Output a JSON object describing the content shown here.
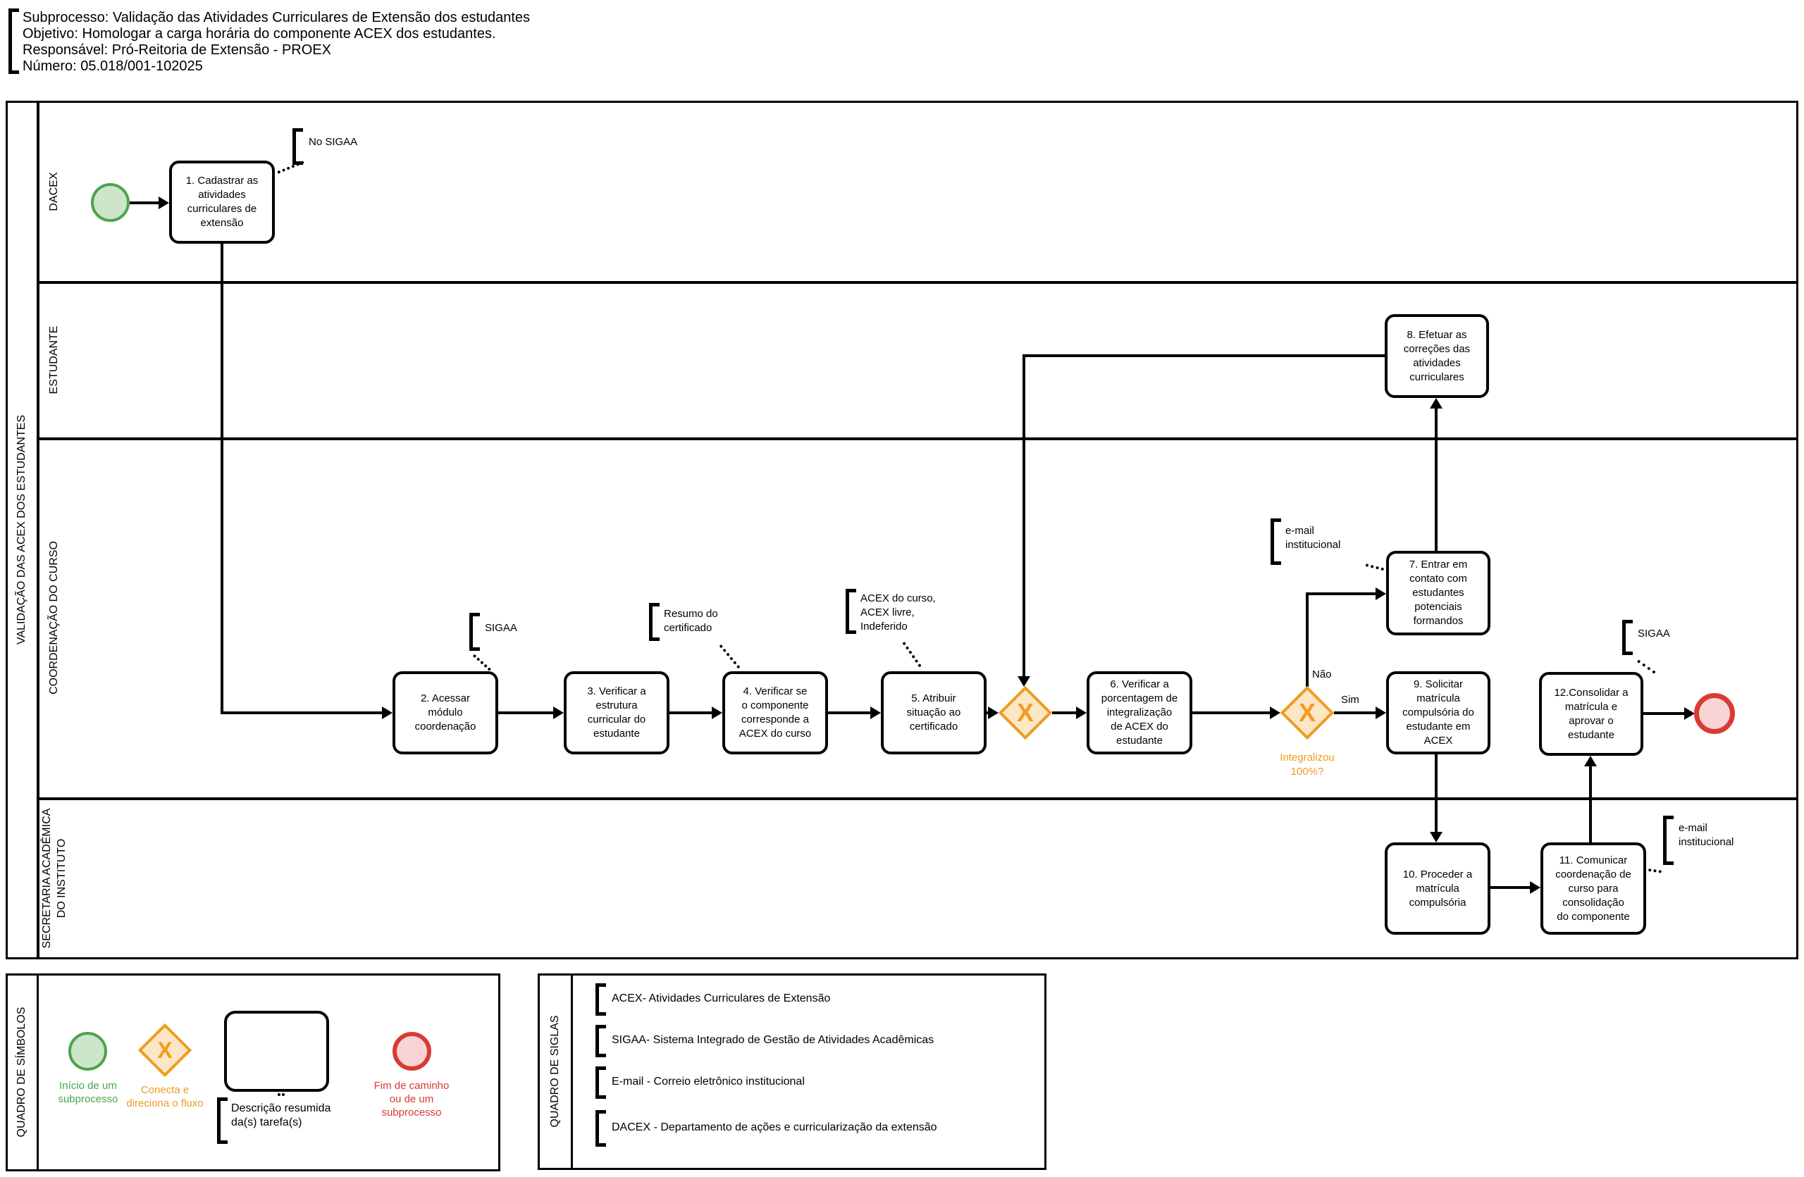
{
  "header": {
    "lines": [
      "Subprocesso: Validação das Atividades Curriculares de Extensão dos estudantes",
      "Objetivo: Homologar a carga horária do componente ACEX dos estudantes.",
      "Responsável: Pró-Reitoria de Extensão - PROEX",
      "Número: 05.018/001-102025"
    ]
  },
  "pool": {
    "title": "VALIDAÇÃO DAS ACEX DOS ESTUDANTES",
    "lanes": [
      "DACEX",
      "ESTUDANTE",
      "COORDENAÇÃO DO CURSO",
      "SECRETARIA ACADÊMICA\nDO INSTITUTO"
    ]
  },
  "tasks": [
    "1. Cadastrar as\natividades\ncurriculares de\nextensão",
    "2. Acessar\nmódulo\ncoordenação",
    "3. Verificar a\nestrutura\ncurricular do\nestudante",
    "4. Verificar se\no componente\ncorresponde a\nACEX do curso",
    "5. Atribuir\nsituação ao\ncertificado",
    "6. Verificar a\nporcentagem de\nintegralização\nde ACEX do\nestudante",
    "7. Entrar em\ncontato com\nestudantes\npotenciais\nformandos",
    "8. Efetuar as\ncorreções das\natividades\ncurriculares",
    "9. Solicitar\nmatrícula\ncompulsória do\nestudante em\nACEX",
    "10. Proceder a\nmatrícula\ncompulsória",
    "11. Comunicar\ncoordenação de\ncurso para\nconsolidação\ndo componente",
    "12.Consolidar a\nmatrícula e\naprovar o\nestudante"
  ],
  "gateways": {
    "x_symbol": "X",
    "question": "Integralizou\n100%?",
    "no_label": "Não",
    "yes_label": "Sim"
  },
  "annotations": {
    "no_sigaa": "No SIGAA",
    "sigaa_task2": "SIGAA",
    "resumo_certificado": "Resumo do\ncertificado",
    "acex_situacoes": "ACEX do curso,\nACEX livre,\nIndeferido",
    "email_task7": "e-mail\ninstitucional",
    "sigaa_task12": "SIGAA",
    "email_task11": "e-mail\ninstitucional"
  },
  "legend_symbols": {
    "title": "QUADRO DE SÍMBOLOS",
    "start_label": "Início de um\nsubprocesso",
    "gateway_label": "Conecta e\ndireciona o fluxo",
    "task_label": "Descrição resumida\nda(s) tarefa(s)",
    "end_label": "Fim de caminho\nou de um\nsubprocesso"
  },
  "legend_acronyms": {
    "title": "QUADRO DE SIGLAS",
    "items": [
      "ACEX- Atividades Curriculares de Extensão",
      "SIGAA- Sistema Integrado de Gestão de Atividades Acadêmicas",
      "E-mail - Correio eletrônico institucional",
      "DACEX - Departamento de ações e curricularização da extensão"
    ]
  },
  "colors": {
    "start_fill": "#cde5c9",
    "start_stroke": "#4ca44c",
    "gateway_fill": "#fbe7c5",
    "gateway_stroke": "#ee9c20",
    "end_fill": "#f8d4d4",
    "end_stroke": "#d93a35",
    "orange_text": "#ef9b22",
    "green_text": "#4ca44c",
    "red_text": "#d93a35"
  }
}
